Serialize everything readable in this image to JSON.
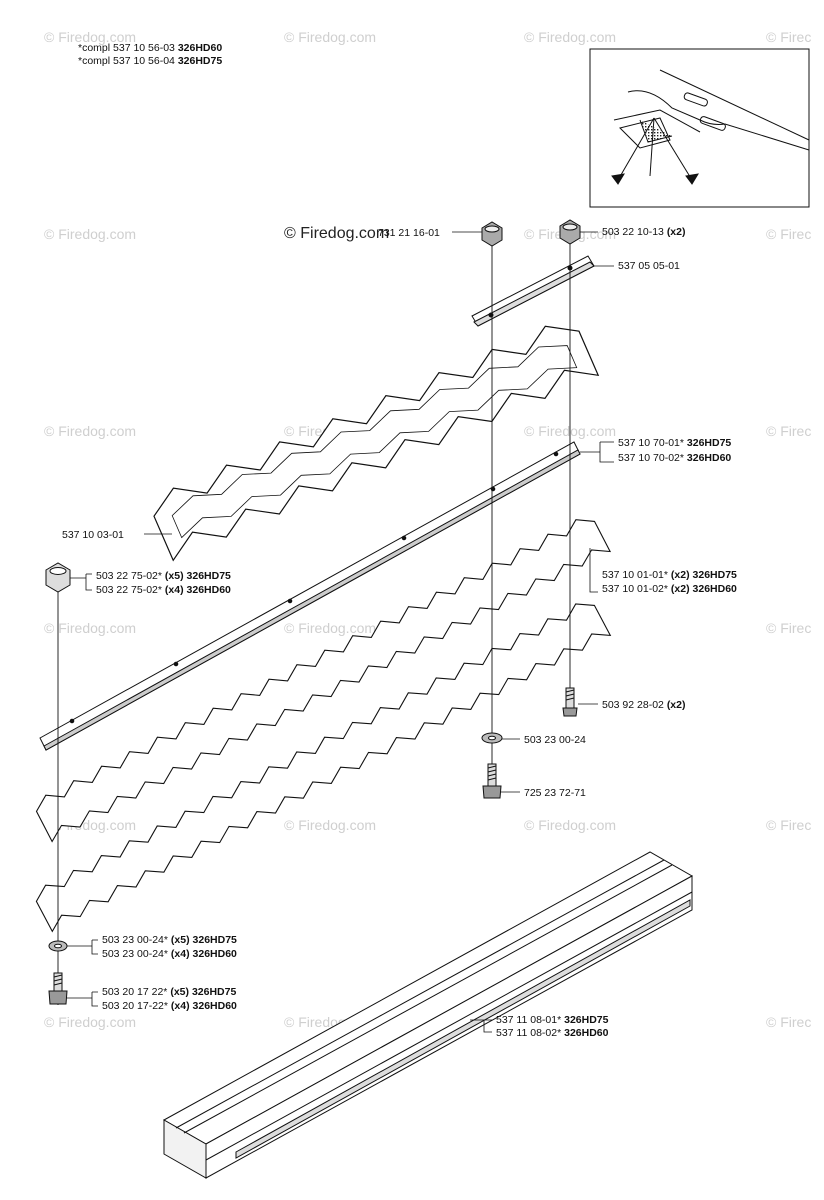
{
  "header": {
    "lines": [
      {
        "text": "*compl 537 10 56-03",
        "model": "326HD60"
      },
      {
        "text": "*compl 537 10 56-04",
        "model": "326HD75"
      }
    ]
  },
  "watermark": {
    "small": "© Firedog.com",
    "small_cut": "© Firec",
    "large": "© Firedog.com",
    "overprint": "731 21 16-01"
  },
  "callouts": {
    "nut_top": {
      "text": "731 21 16-01"
    },
    "nut_right": {
      "text": "503 22 10-13",
      "qty": "(x2)"
    },
    "guide_plate": {
      "text": "537 05 05-01"
    },
    "reinforce_a": {
      "text": "537 10 70-01*",
      "model": "326HD75"
    },
    "reinforce_b": {
      "text": "537 10 70-02*",
      "model": "326HD60"
    },
    "top_blade": {
      "text": "537 10 03-01"
    },
    "lock_nut_a": {
      "text": "503 22 75-02*",
      "qty": "(x5)",
      "model": "326HD75"
    },
    "lock_nut_b": {
      "text": "503 22 75-02*",
      "qty": "(x4)",
      "model": "326HD60"
    },
    "blade_a": {
      "text": "537 10 01-01*",
      "qty": "(x2)",
      "model": "326HD75"
    },
    "blade_b": {
      "text": "537 10 01-02*",
      "qty": "(x2)",
      "model": "326HD60"
    },
    "screw_right": {
      "text": "503 92 28-02",
      "qty": "(x2)"
    },
    "washer_mid": {
      "text": "503 23 00-24"
    },
    "screw_mid": {
      "text": "725 23 72-71"
    },
    "washer_a": {
      "text": "503 23 00-24*",
      "qty": "(x5)",
      "model": "326HD75"
    },
    "washer_b": {
      "text": "503 23 00-24*",
      "qty": "(x4)",
      "model": "326HD60"
    },
    "bolt_a": {
      "text": "503 20 17 22*",
      "qty": "(x5)",
      "model": "326HD75"
    },
    "bolt_b": {
      "text": "503 20 17-22*",
      "qty": "(x4)",
      "model": "326HD60"
    },
    "guard_a": {
      "text": "537 11 08-01*",
      "model": "326HD75"
    },
    "guard_b": {
      "text": "537 11 08-02*",
      "model": "326HD60"
    }
  }
}
